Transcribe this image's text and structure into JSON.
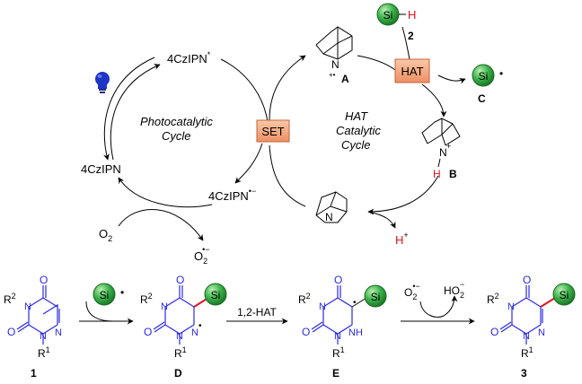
{
  "cycle": {
    "catalyst_excited": "4CzIPN",
    "catalyst_excited_sup": "*",
    "catalyst_ground": "4CzIPN",
    "catalyst_reduced": "4CzIPN",
    "catalyst_reduced_sup": "•−",
    "photocatalytic_line1": "Photocatalytic",
    "photocatalytic_line2": "Cycle",
    "hat_line1": "HAT",
    "hat_line2": "Catalytic",
    "hat_line3": "Cycle",
    "set_box": "SET",
    "hat_box": "HAT",
    "o2": "O",
    "o2_sub": "2",
    "superoxide": "O",
    "superoxide_sub": "2",
    "superoxide_sup": "•−",
    "proton": "H",
    "proton_sup": "+"
  },
  "species": {
    "A": "A",
    "B": "B",
    "C": "C",
    "n2": "2",
    "si": "Si",
    "h": "H",
    "n_plus": "N",
    "dot_plus": "+•",
    "plus": "+",
    "radical_dot": "•"
  },
  "bottom": {
    "c1": "1",
    "cD": "D",
    "cE": "E",
    "c3": "3",
    "hat12": "1,2-HAT",
    "o2rad": "O",
    "o2rad_sub": "2",
    "o2rad_sup": "•−",
    "ho2": "HO",
    "ho2_sub": "2",
    "ho2_sup": "−",
    "r2": "R",
    "r2_sup": "2",
    "r1": "R",
    "r1_sup": "1",
    "n": "N",
    "o": "O",
    "nh": "NH"
  },
  "colors": {
    "ring_blue": "#2a2ae6",
    "red": "#e0141e",
    "si_green": "#2fa43a",
    "box_orange": "#f3a27a",
    "bulb_blue": "#1f35c6"
  }
}
